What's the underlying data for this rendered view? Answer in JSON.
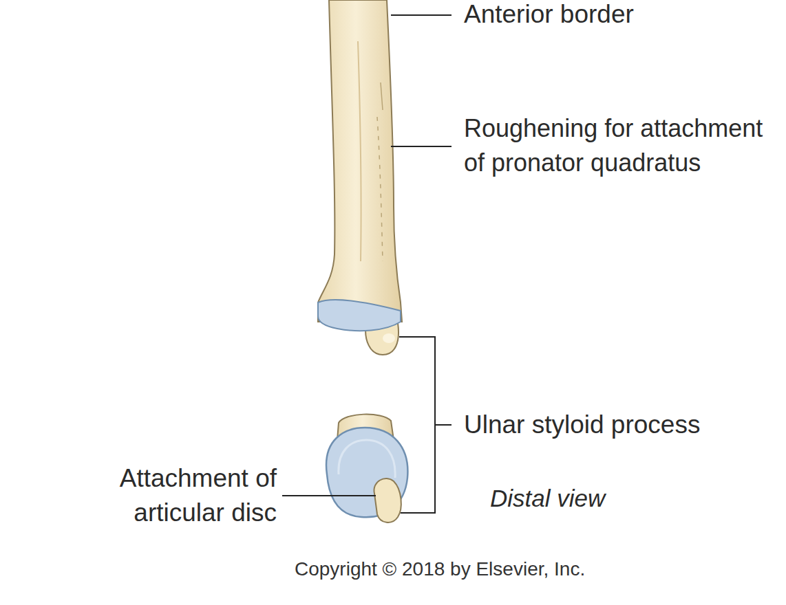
{
  "diagram": {
    "labels": [
      "Anterior border",
      "Roughening for attachment of pronator quadratus",
      "Ulnar styloid process",
      "Attachment of articular disc",
      "Distal view",
      "Copyright © 2018 by Elsevier, Inc."
    ]
  }
}
